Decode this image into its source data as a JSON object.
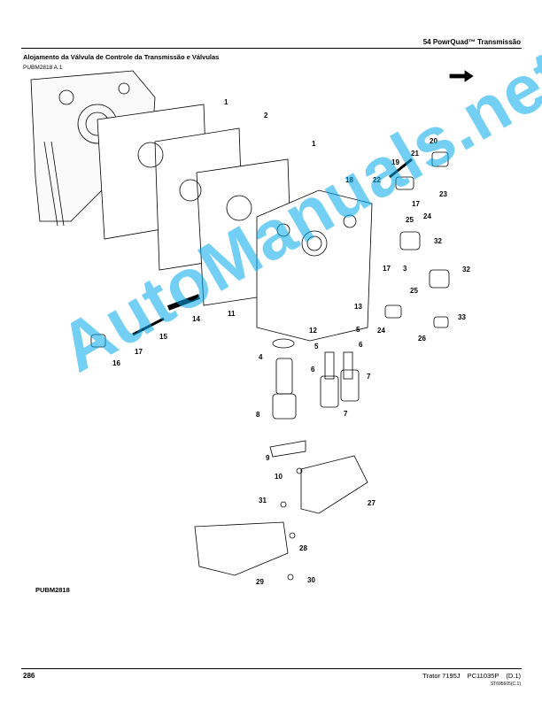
{
  "header": {
    "section": "54 PowrQuad™ Transmissão"
  },
  "title": "Alojamento da Válvula de Controle da Transmissão e Válvulas",
  "reference": "PUBM2818 A.1",
  "figure_code": "PUBM2818",
  "watermark": "AutoManuals.net",
  "callouts": [
    "1",
    "2",
    "1",
    "18",
    "19",
    "20",
    "21",
    "22",
    "17",
    "23",
    "24",
    "25",
    "32",
    "3",
    "25",
    "32",
    "17",
    "13",
    "5",
    "6",
    "33",
    "26",
    "14",
    "11",
    "12",
    "24",
    "15",
    "17",
    "16",
    "4",
    "5",
    "6",
    "7",
    "7",
    "8",
    "9",
    "10",
    "27",
    "31",
    "28",
    "29",
    "30"
  ],
  "footer": {
    "page": "286",
    "model": "Trator 7195J",
    "catalog": "PC11035P",
    "revision": "(D.1)",
    "stamp": "ST695605(C.1)"
  }
}
